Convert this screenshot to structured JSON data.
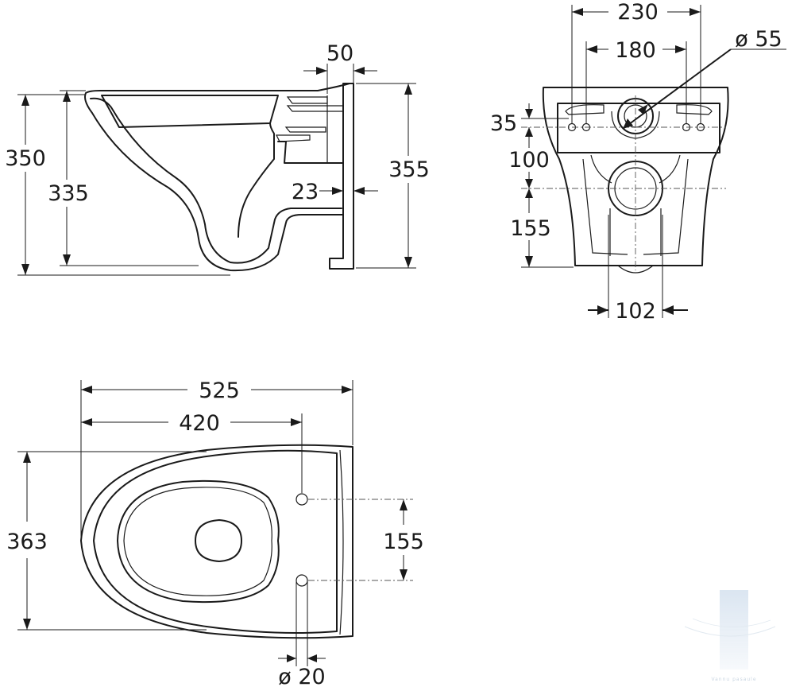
{
  "dimensions": {
    "side_height_total": "350",
    "side_height_bowl": "335",
    "side_top_offset": "50",
    "side_wall_depth": "23",
    "side_height_back": "355",
    "back_bolt_outer": "230",
    "back_bolt_inner": "180",
    "back_inlet_diameter": "ø 55",
    "back_bolt_offset": "35",
    "back_inlet_to_outlet": "100",
    "back_outlet_height": "155",
    "back_outlet_width": "102",
    "top_length_total": "525",
    "top_length_holes": "420",
    "top_width": "363",
    "top_hole_spacing": "155",
    "top_hole_diameter": "ø 20"
  },
  "watermark": {
    "text": "Vannu pasaule"
  },
  "colors": {
    "line": "#1a1a1a",
    "watermark": "#c9d9ea"
  }
}
